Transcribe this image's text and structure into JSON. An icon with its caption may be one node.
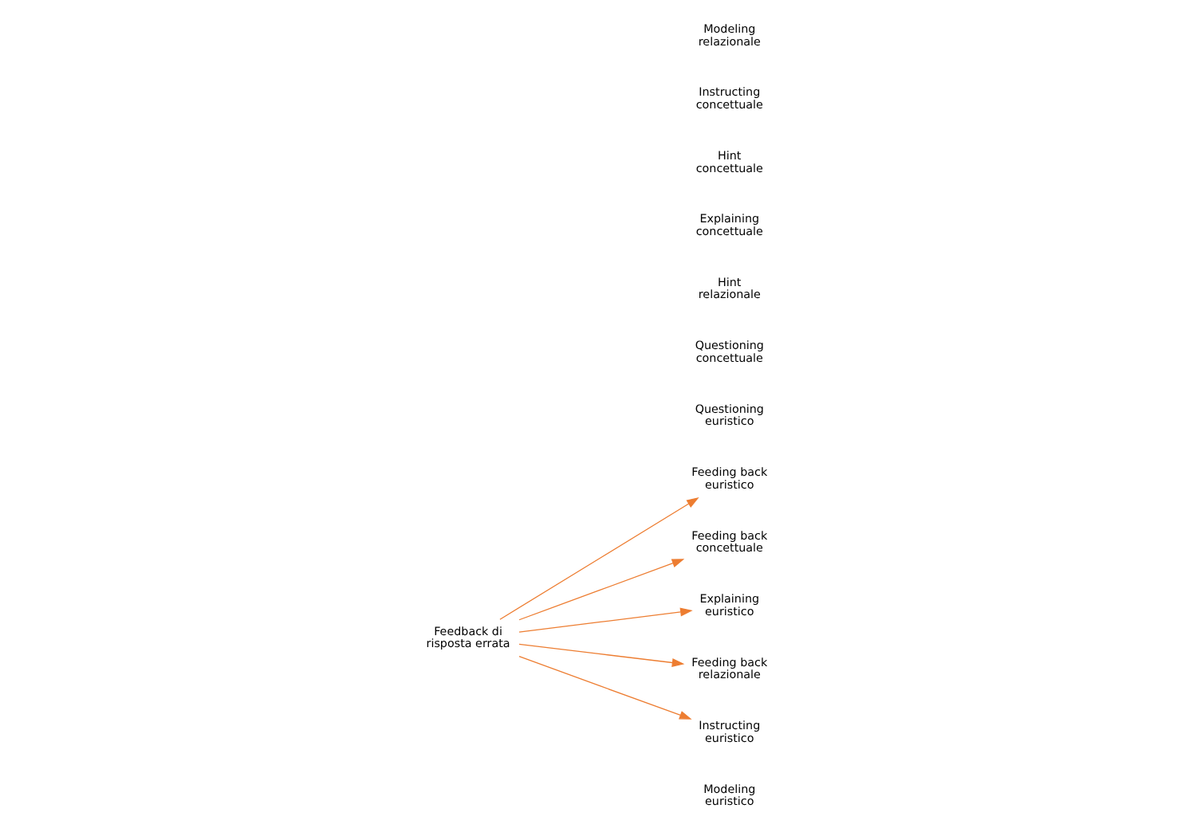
{
  "diagram": {
    "nodes": [
      {
        "text": [
          "Feedback di risposta errata"
        ]
      },
      {
        "text": [
          "Feeding back euristico"
        ]
      },
      {
        "text": [
          "Feeding back concettuale"
        ]
      },
      {
        "text": [
          "Explaining euristico"
        ]
      },
      {
        "text": [
          "Feeding back relazionale"
        ]
      },
      {
        "text": [
          "Instructing euristico"
        ]
      }
    ],
    "edges": [
      {
        "from": 0,
        "to": 1,
        "arrow": "to",
        "color": "#ed7d31"
      },
      {
        "from": 0,
        "to": 2,
        "arrow": "to",
        "color": "#ed7d31"
      },
      {
        "from": 0,
        "to": 3,
        "arrow": "to",
        "color": "#ed7d31"
      },
      {
        "from": 0,
        "to": 4,
        "arrow": "to",
        "color": "#ed7d31"
      },
      {
        "from": 0,
        "to": 5,
        "arrow": "to",
        "color": "#ed7d31"
      }
    ],
    "labels": [
      "Modeling euristico",
      "Questioning euristico",
      "Questioning concettuale",
      "Hint relazionale",
      "Explaining concettuale",
      "Hint concettuale",
      "Instructing concettuale",
      "Modeling relazionale"
    ]
  }
}
